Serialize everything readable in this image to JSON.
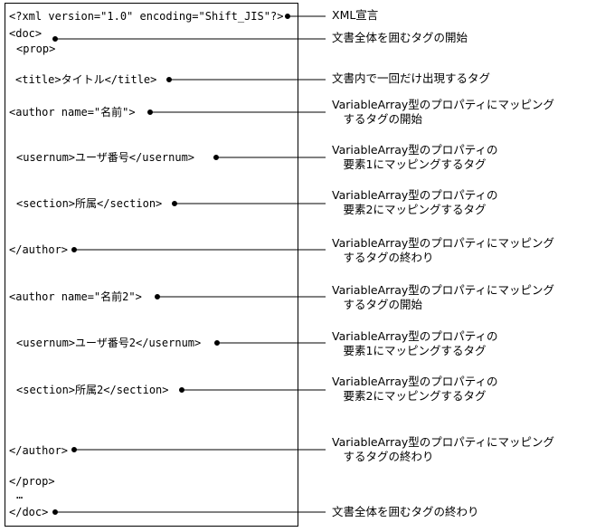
{
  "code_lines": {
    "xml_declaration": "<?xml version=\"1.0\" encoding=\"Shift_JIS\"?>",
    "doc_open": "<doc>",
    "prop_open": "<prop>",
    "title": "<title>タイトル</title>",
    "author1_open": "<author name=\"名前\">",
    "usernum1": "<usernum>ユーザ番号</usernum>",
    "section1": "<section>所属</section>",
    "author1_close": "</author>",
    "author2_open": "<author name=\"名前2\">",
    "usernum2": "<usernum>ユーザ番号2</usernum>",
    "section2": "<section>所属2</section>",
    "author2_close": "</author>",
    "prop_close": "</prop>",
    "ellipsis": "…",
    "doc_close": "</doc>"
  },
  "annotations": {
    "xml_declaration": "XML宣言",
    "doc_open": "文書全体を囲むタグの開始",
    "title": "文書内で一回だけ出現するタグ",
    "author1_open": "VariableArray型のプロパティにマッピング\n　するタグの開始",
    "usernum1": "VariableArray型のプロパティの\n　要素1にマッピングするタグ",
    "section1": "VariableArray型のプロパティの\n　要素2にマッピングするタグ",
    "author1_close": "VariableArray型のプロパティにマッピング\n　するタグの終わり",
    "author2_open": "VariableArray型のプロパティにマッピング\n　するタグの開始",
    "usernum2": "VariableArray型のプロパティの\n　要素1にマッピングするタグ",
    "section2": "VariableArray型のプロパティの\n　要素2にマッピングするタグ",
    "author2_close": "VariableArray型のプロパティにマッピング\n　するタグの終わり",
    "doc_close": "文書全体を囲むタグの終わり"
  }
}
